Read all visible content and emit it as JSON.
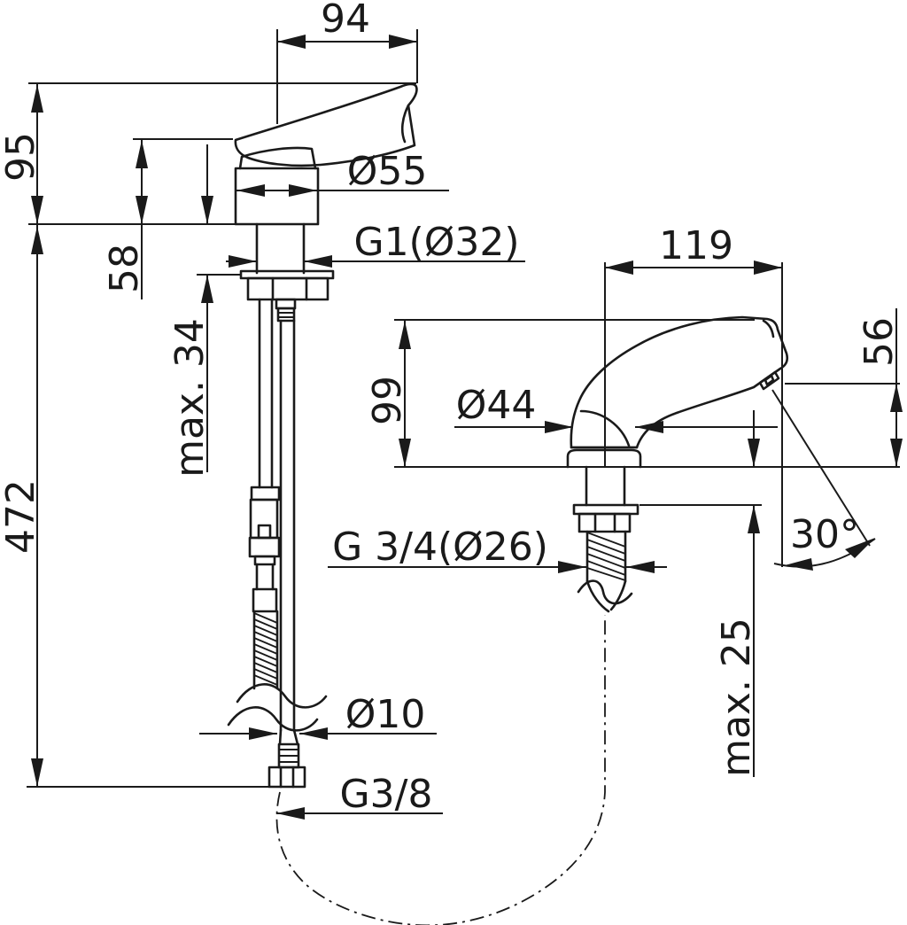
{
  "drawing": {
    "type": "technical-dimension-drawing",
    "subject": "faucet installation dimensions, two views",
    "colors": {
      "line": "#1a1a1a",
      "background": "#ffffff"
    }
  },
  "labels": {
    "dim_94": "94",
    "dim_95": "95",
    "dim_55": "Ø55",
    "dim_g1": "G1(Ø32)",
    "dim_58": "58",
    "dim_max34": "max. 34",
    "dim_472": "472",
    "dim_10": "Ø10",
    "dim_g38": "G3/8",
    "dim_119": "119",
    "dim_99": "99",
    "dim_44": "Ø44",
    "dim_56": "56",
    "dim_g34": "G 3/4(Ø26)",
    "dim_max25": "max. 25",
    "dim_30": "30°"
  },
  "views": [
    {
      "name": "single-lever-mixer-side-view",
      "dimension_labels": [
        "94",
        "95",
        "Ø55",
        "G1(Ø32)",
        "58",
        "max. 34",
        "472",
        "Ø10",
        "G3/8"
      ]
    },
    {
      "name": "spout-side-view",
      "dimension_labels": [
        "119",
        "99",
        "Ø44",
        "56",
        "G 3/4(Ø26)",
        "max. 25",
        "30°"
      ]
    }
  ]
}
